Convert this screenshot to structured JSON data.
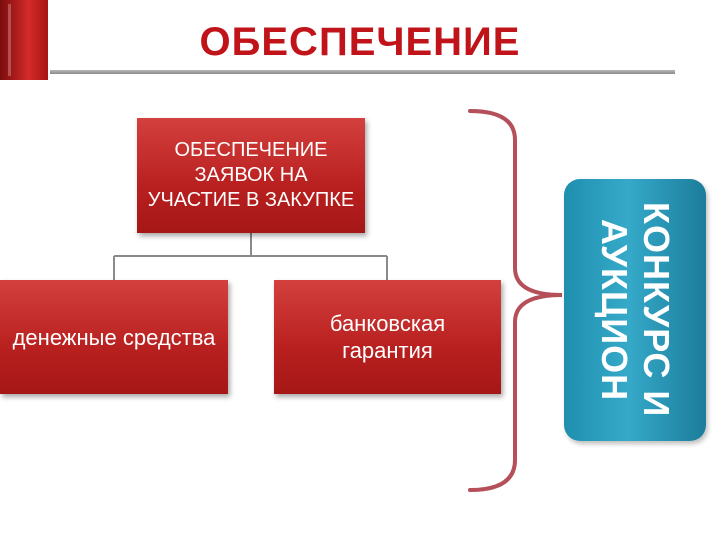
{
  "title": "ОБЕСПЕЧЕНИЕ",
  "top_box": {
    "label": "ОБЕСПЕЧЕНИЕ ЗАЯВОК НА УЧАСТИЕ В ЗАКУПКЕ"
  },
  "left_box": {
    "label": "денежные средства"
  },
  "right_box": {
    "label": "банковская гарантия"
  },
  "side_box": {
    "label": "КОНКУРС И\nАУКЦИОН"
  },
  "colors": {
    "title": "#c0141a",
    "red_box": "#b8201f",
    "blue_box": "#2a9ab9",
    "bracket": "#b5505a",
    "connector": "#888888"
  }
}
